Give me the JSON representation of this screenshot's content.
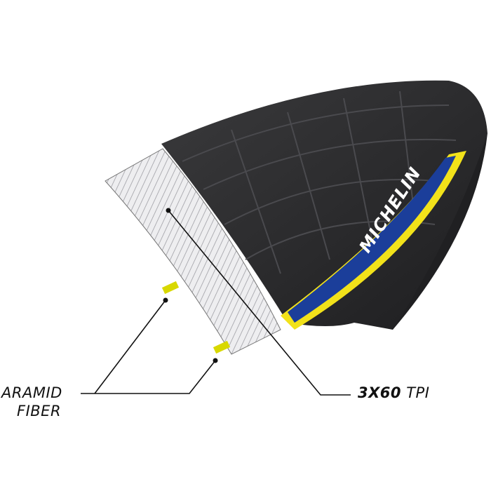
{
  "labels": {
    "aramid_line1": "ARAMID",
    "aramid_line2": "FIBER",
    "tpi_bold": "3X60",
    "tpi_text": "TPI"
  },
  "brand_logo_text": "MICHELIN",
  "colors": {
    "tread": "#2b2b2d",
    "casing": "#e8e8ea",
    "bead": "#d8d800",
    "logo_blue": "#1b3e9a",
    "logo_yellow": "#f2e21a"
  }
}
